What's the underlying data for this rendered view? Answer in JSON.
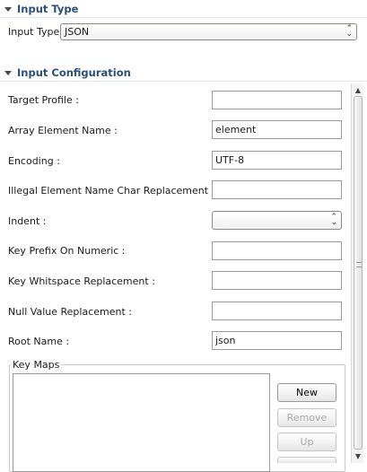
{
  "input_type": {
    "header": "Input Type",
    "label": "Input Type:",
    "selected": "JSON"
  },
  "input_configuration": {
    "header": "Input Configuration",
    "fields": [
      {
        "label": "Target Profile :",
        "value": ""
      },
      {
        "label": "Array Element Name :",
        "value": "element"
      },
      {
        "label": "Encoding :",
        "value": "UTF-8"
      },
      {
        "label": "Illegal Element Name Char Replacement :",
        "value": ""
      },
      {
        "label": "Indent :",
        "value": ""
      },
      {
        "label": "Key Prefix On Numeric :",
        "value": ""
      },
      {
        "label": "Key Whitspace Replacement :",
        "value": ""
      },
      {
        "label": "Null Value Replacement :",
        "value": ""
      },
      {
        "label": "Root Name :",
        "value": "json"
      }
    ],
    "key_maps": {
      "title": "Key Maps",
      "buttons": {
        "new": "New",
        "remove": "Remove",
        "up": "Up"
      }
    }
  },
  "icons": {
    "section_toggle": "triangle-down-icon",
    "combo_arrow": "updown-arrows-icon",
    "scroll_up": "arrow-up-icon",
    "scroll_down": "arrow-down-icon"
  },
  "colors": {
    "section_header": "#2a4f78"
  }
}
